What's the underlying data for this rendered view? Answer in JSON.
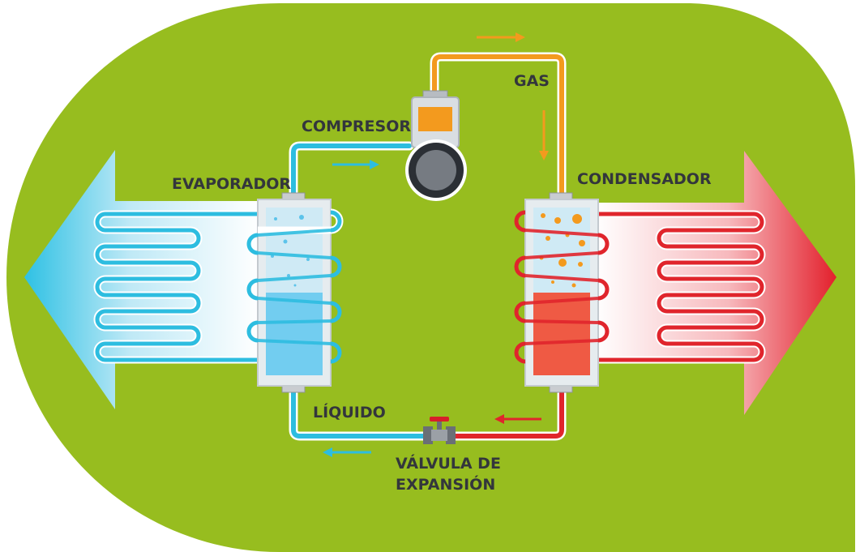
{
  "labels": {
    "compressor": "COMPRESOR",
    "gas": "GAS",
    "evaporator": "EVAPORADOR",
    "condenser": "CONDENSADOR",
    "liquid": "LÍQUIDO",
    "valve_line1": "VÁLVULA DE",
    "valve_line2": "EXPANSIÓN"
  },
  "colors": {
    "background": "#97bd1f",
    "cold_pipe": "#2dbde0",
    "hot_pipe": "#e0252c",
    "gas_pipe": "#f39a1e",
    "cold_liquid": "#72cdf0",
    "hot_liquid": "#ef5a44",
    "cold_arrow": "#34c0e4",
    "hot_arrow": "#e41e2b",
    "text": "#33363c"
  }
}
